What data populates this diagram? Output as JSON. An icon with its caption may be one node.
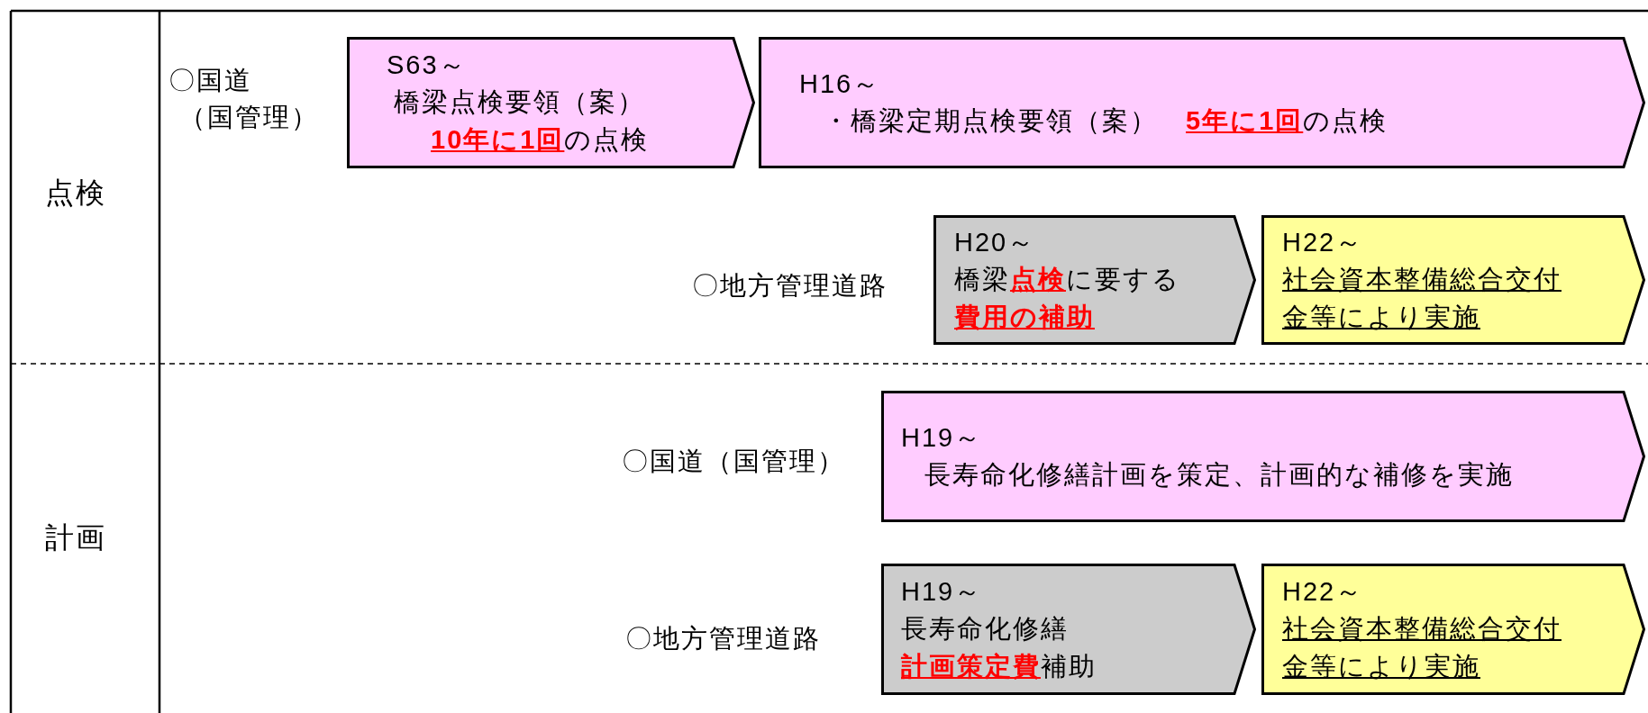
{
  "diagram": {
    "nodes": [
      {
        "text": [
          "S63～",
          "橋梁点検要領（案）",
          "**10年に1回**の点検"
        ]
      },
      {
        "text": [
          "H16～",
          "・橋梁定期点検要領（案）　**5年に1回**の点検"
        ]
      },
      {
        "text": [
          "H20～",
          "橋梁**点検**に要する",
          "**費用の補助**"
        ]
      },
      {
        "text": [
          "H22～",
          "社会資本整備総合交付金等により実施"
        ]
      },
      {
        "text": [
          "H19～",
          "長寿命化修繕計画を策定、計画的な補修を実施"
        ]
      },
      {
        "text": [
          "H19～",
          "長寿命化修繕",
          "**計画策定費**補助"
        ]
      },
      {
        "text": [
          "H22～",
          "社会資本整備総合交付金等により実施"
        ]
      }
    ],
    "labels": [
      "点検",
      "〇国道",
      "（国管理）",
      "〇地方管理道路",
      "計画",
      "〇国道（国管理）",
      "〇地方管理道路"
    ]
  }
}
